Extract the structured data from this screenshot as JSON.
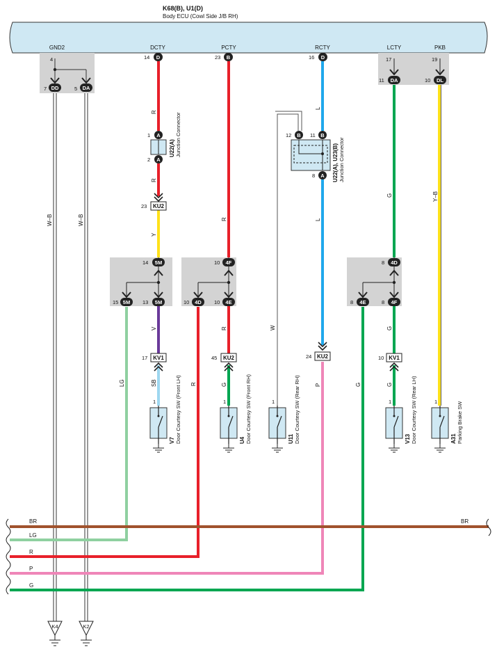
{
  "ecu": {
    "title": "K68(B), U1(D)",
    "subtitle": "Body ECU (Cowl Side J/B RH)",
    "terminals": [
      "GND2",
      "DCTY",
      "PCTY",
      "RCTY",
      "LCTY",
      "PKB"
    ]
  },
  "pins": {
    "gnd2_4": "4",
    "gnd2_7": "7",
    "gnd2_7c": "DD",
    "gnd2_5": "5",
    "gnd2_5c": "DA",
    "dcty_14": "14",
    "dcty_14c": "D",
    "pcty_23": "23",
    "pcty_23c": "B",
    "rcty_16": "16",
    "rcty_16c": "D",
    "lcty_17": "17",
    "lcty_11": "11",
    "lcty_11c": "DA",
    "pkb_19": "19",
    "pkb_10": "10",
    "pkb_10c": "DL",
    "u22_1": "1",
    "u22_2": "2",
    "u22_A": "A",
    "u23_12": "12",
    "u23_11": "11",
    "u23_8": "8",
    "u23_B": "B",
    "u23_A": "A",
    "j_14": "14",
    "j_5m": "5M",
    "j_15": "15",
    "j_13": "13",
    "j_10a": "10",
    "j_4f": "4F",
    "j_10b": "10",
    "j_4d": "4D",
    "j_10c": "10",
    "j_4e": "4E",
    "j_8a": "8",
    "j_4dr": "4D",
    "j_8b": "8",
    "j_4er": "4E",
    "j_8c": "8",
    "j_4fr": "4F",
    "ku2_23": "23",
    "ku2_45": "45",
    "ku2_24": "24",
    "kv1_17": "17",
    "kv1_10": "10",
    "sw_pin": "1"
  },
  "connectors": {
    "ku2": "KU2",
    "kv1": "KV1",
    "u22_label": "U22(A)",
    "u22_desc": "Junction Connector",
    "u23_label": "U22(A), U23(B)",
    "u23_desc": "Junction Connector"
  },
  "wires": {
    "r": "R",
    "y": "Y",
    "v": "V",
    "sb": "SB",
    "lg": "LG",
    "g": "G",
    "l": "L",
    "w": "W",
    "p": "P",
    "yb": "Y–B",
    "wb": "W–B"
  },
  "switches": {
    "v7": "V7",
    "v7_desc": "Door Courtesy SW (Front LH)",
    "u4": "U4",
    "u4_desc": "Door Courtesy SW (Front RH)",
    "u11": "U11",
    "u11_desc": "Door Courtesy SW (Rear RH)",
    "v13": "V13",
    "v13_desc": "Door Courtesy SW (Rear LH)",
    "a31": "A31",
    "a31_desc": "Parking Brake SW"
  },
  "bus": {
    "br": "BR",
    "br_right": "BR",
    "lg": "LG",
    "r": "R",
    "p": "P",
    "g": "G"
  },
  "grounds": {
    "k4": "K4",
    "k2": "K2"
  },
  "colors": {
    "ecu_fill": "#cfe8f3",
    "junction_fill": "#d3d3d3",
    "red": "#e8202a",
    "yellow": "#ffe11a",
    "violet": "#6a3a9a",
    "sky": "#9ed7f0",
    "light_green": "#8fd0a0",
    "green": "#00a651",
    "blue": "#1fa8ec",
    "pink": "#ef86b8",
    "brown": "#a0522d"
  }
}
